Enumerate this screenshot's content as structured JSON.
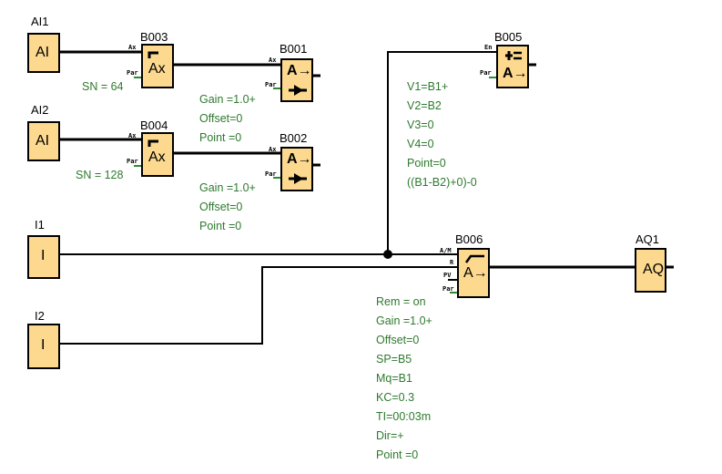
{
  "colors": {
    "block_fill": "#fcd98f",
    "wire": "#000000",
    "param_wire": "#2e8b2e",
    "param_text": "#2e7a2e"
  },
  "blocks": {
    "AI1": {
      "name": "AI1",
      "symbol": "AI"
    },
    "AI2": {
      "name": "AI2",
      "symbol": "AI"
    },
    "I1": {
      "name": "I1",
      "symbol": "I"
    },
    "I2": {
      "name": "I2",
      "symbol": "I"
    },
    "B003": {
      "name": "B003",
      "symbol": "Ax",
      "pins": [
        "Ax",
        "Par"
      ],
      "params": [
        "SN = 64"
      ]
    },
    "B004": {
      "name": "B004",
      "symbol": "Ax",
      "pins": [
        "Ax",
        "Par"
      ],
      "params": [
        "SN = 128"
      ]
    },
    "B001": {
      "name": "B001",
      "symbol": "A→",
      "pins": [
        "Ax",
        "Par"
      ],
      "params": [
        "Gain  =1.0+",
        "Offset=0",
        "Point =0"
      ]
    },
    "B002": {
      "name": "B002",
      "symbol": "A→",
      "pins": [
        "Ax",
        "Par"
      ],
      "params": [
        "Gain  =1.0+",
        "Offset=0",
        "Point =0"
      ]
    },
    "B005": {
      "name": "B005",
      "symbol": "A→",
      "pins": [
        "En",
        "Par"
      ],
      "params": [
        "V1=B1+",
        "V2=B2",
        "V3=0",
        "V4=0",
        "Point=0",
        "((B1-B2)+0)-0"
      ]
    },
    "B006": {
      "name": "B006",
      "symbol": "A→",
      "pins": [
        "A/M",
        "R",
        "PV",
        "Par"
      ],
      "params": [
        "Rem = on",
        "Gain  =1.0+",
        "Offset=0",
        "SP=B5",
        "Mq=B1",
        "KC=0.3",
        "TI=00:03m",
        "Dir=+",
        "Point =0"
      ]
    },
    "AQ1": {
      "name": "AQ1",
      "symbol": "AQ"
    }
  }
}
